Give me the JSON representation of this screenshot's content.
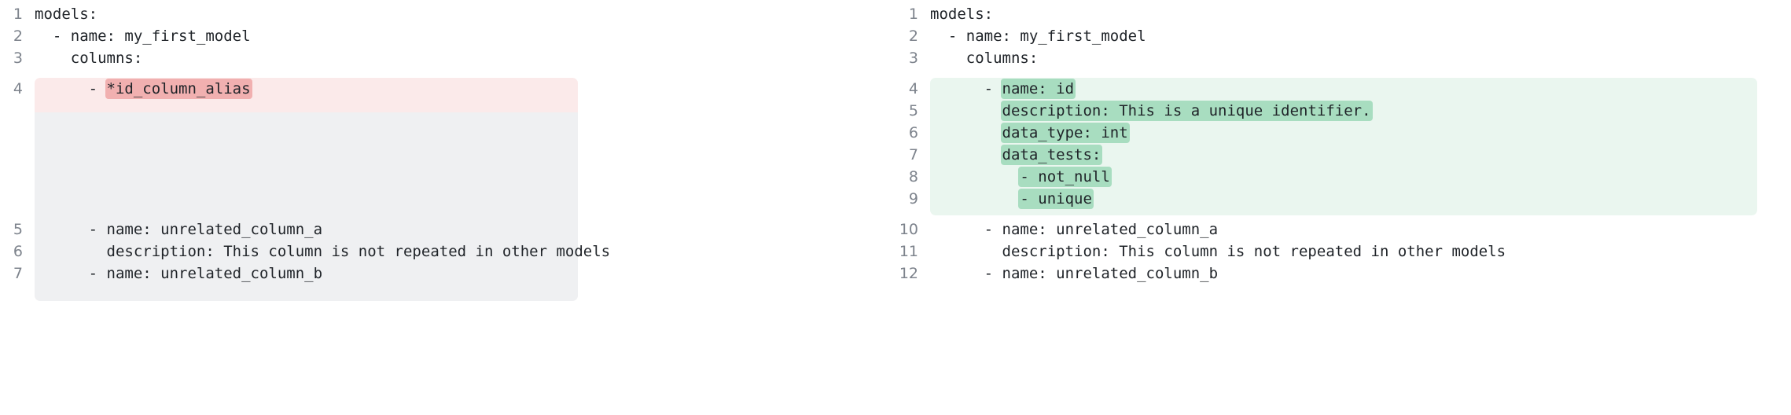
{
  "view": {
    "type": "side-by-side-yaml-diff",
    "colors": {
      "removed_line_background": "#fbeaea",
      "removed_word_background": "#f1b0b0",
      "placeholder_background": "#eff0f2",
      "added_block_background": "#eaf6ef",
      "added_word_background": "#a8ddc0",
      "text": "#1f2328",
      "line_number": "#7d838c",
      "page_background": "#ffffff"
    }
  },
  "panes": [
    {
      "id": "before",
      "name": "left-pane",
      "lines": [
        {
          "number": "1",
          "text": "models:",
          "state": "context",
          "mark": null
        },
        {
          "number": "2",
          "text": "  - name: my_first_model",
          "state": "context",
          "mark": null
        },
        {
          "number": "3",
          "text": "    columns:",
          "state": "context",
          "mark": null
        },
        {
          "number": "4",
          "prefix": "      - ",
          "mark_text": "*id_column_alias",
          "suffix": "",
          "text": "      - *id_column_alias",
          "state": "removed",
          "mark": "red"
        },
        {
          "number": "5",
          "text": "      - name: unrelated_column_a",
          "state": "context",
          "mark": null
        },
        {
          "number": "6",
          "text": "        description: This column is not repeated in other models",
          "state": "context",
          "mark": null
        },
        {
          "number": "7",
          "text": "      - name: unrelated_column_b",
          "state": "context",
          "mark": null
        }
      ],
      "filler_rows": 5
    },
    {
      "id": "after",
      "name": "right-pane",
      "lines": [
        {
          "number": "1",
          "text": "models:",
          "state": "context",
          "mark": null
        },
        {
          "number": "2",
          "text": "  - name: my_first_model",
          "state": "context",
          "mark": null
        },
        {
          "number": "3",
          "text": "    columns:",
          "state": "context",
          "mark": null
        },
        {
          "number": "4",
          "prefix": "      - ",
          "mark_text": "name: id",
          "suffix": "",
          "text": "      - name: id",
          "state": "added",
          "mark": "green"
        },
        {
          "number": "5",
          "prefix": "        ",
          "mark_text": "description: This is a unique identifier.",
          "suffix": "",
          "text": "        description: This is a unique identifier.",
          "state": "added",
          "mark": "green"
        },
        {
          "number": "6",
          "prefix": "        ",
          "mark_text": "data_type: int",
          "suffix": "",
          "text": "        data_type: int",
          "state": "added",
          "mark": "green"
        },
        {
          "number": "7",
          "prefix": "        ",
          "mark_text": "data_tests:",
          "suffix": "",
          "text": "        data_tests:",
          "state": "added",
          "mark": "green"
        },
        {
          "number": "8",
          "prefix": "          ",
          "mark_text": "- not_null",
          "suffix": "",
          "text": "          - not_null",
          "state": "added",
          "mark": "green"
        },
        {
          "number": "9",
          "prefix": "          ",
          "mark_text": "- unique",
          "suffix": "",
          "text": "          - unique",
          "state": "added",
          "mark": "green"
        },
        {
          "number": "10",
          "text": "      - name: unrelated_column_a",
          "state": "context",
          "mark": null
        },
        {
          "number": "11",
          "text": "        description: This column is not repeated in other models",
          "state": "context",
          "mark": null
        },
        {
          "number": "12",
          "text": "      - name: unrelated_column_b",
          "state": "context",
          "mark": null
        }
      ],
      "filler_rows": 0
    }
  ]
}
